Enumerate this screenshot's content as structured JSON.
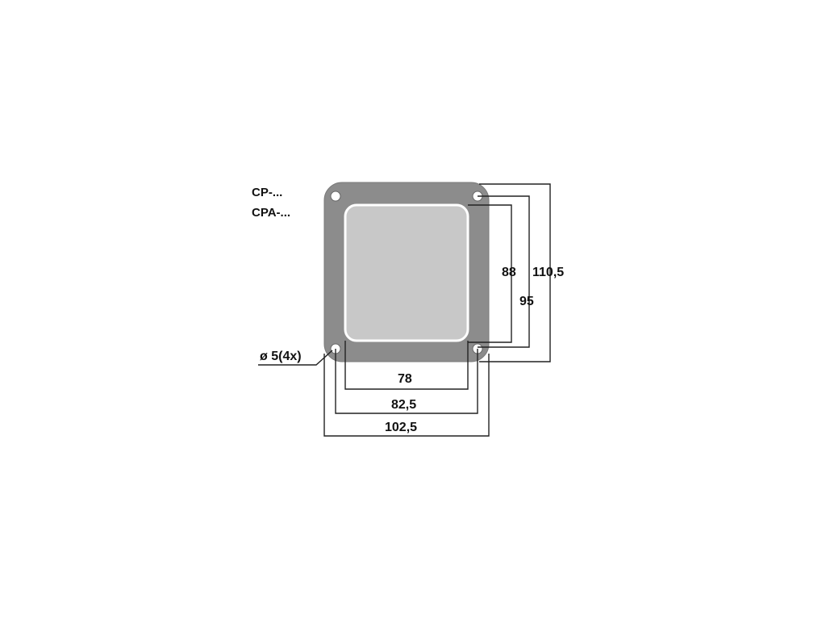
{
  "models": {
    "cp": "CP-...",
    "cpa": "CPA-..."
  },
  "hole_note": "ø 5(4x)",
  "dimensions": {
    "inner_width": "78",
    "hole_spacing_width": "82,5",
    "outer_width": "102,5",
    "inner_height": "88",
    "hole_spacing_height": "95",
    "outer_height": "110,5"
  },
  "colors": {
    "frame": "#8c8c8c",
    "panel": "#c8c8c8",
    "panel_border": "#ffffff",
    "line": "#222222"
  }
}
